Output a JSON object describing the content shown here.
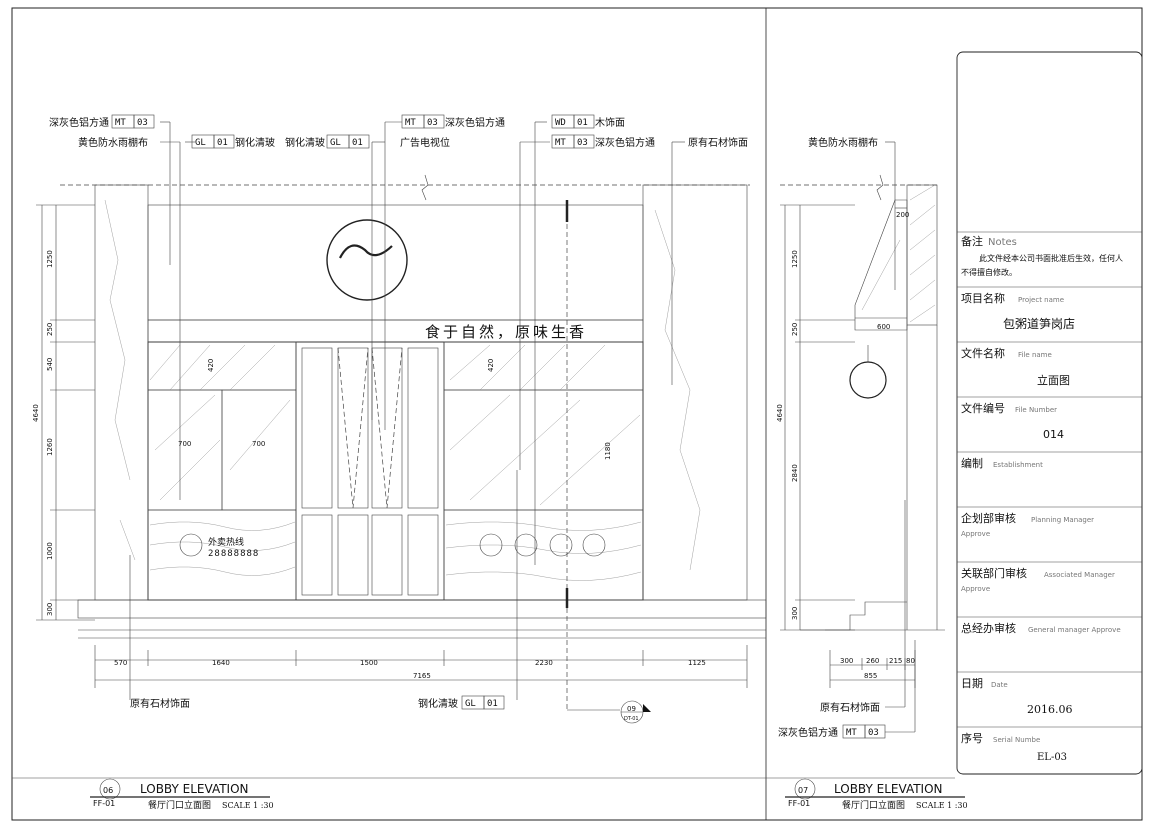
{
  "callouts_left": {
    "c1_text": "深灰色铝方通",
    "c1_tag": "MT",
    "c1_num": "03",
    "c2_text": "黄色防水雨棚布",
    "c3_tag": "GL",
    "c3_num": "01",
    "c3_text": "钢化清玻",
    "c4_text": "钢化清玻",
    "c4_tag": "GL",
    "c4_num": "01",
    "c5_tag": "MT",
    "c5_num": "03",
    "c5_text": "深灰色铝方通",
    "c6_text": "广告电视位",
    "c7_tag": "WD",
    "c7_num": "01",
    "c7_text": "木饰面",
    "c8_tag": "MT",
    "c8_num": "03",
    "c8_text": "深灰色铝方通",
    "c9_text": "原有石材饰面",
    "bottom1_text": "原有石材饰面",
    "bottom2_text": "钢化清玻",
    "bottom2_tag": "GL",
    "bottom2_num": "01"
  },
  "callouts_right": {
    "c1_text": "黄色防水雨棚布",
    "bottom1_text": "原有石材饰面",
    "bottom2_text": "深灰色铝方通",
    "bottom2_tag": "MT",
    "bottom2_num": "03"
  },
  "facade": {
    "slogan": "食于自然，原味生香",
    "hotline_label": "外卖热线",
    "hotline_number": "28888888"
  },
  "dims_left_vertical": [
    "1250",
    "250",
    "540",
    "1260",
    "1000",
    "300"
  ],
  "dim_left_total": "4640",
  "dims_left_horizontal": [
    "570",
    "1640",
    "1500",
    "2230",
    "1125"
  ],
  "dim_left_horizontal_total": "7165",
  "dims_inner": {
    "d420a": "420",
    "d700a": "700",
    "d700b": "700",
    "d420b": "420",
    "d1180": "1180"
  },
  "dims_right_vertical": [
    "1250",
    "250",
    "2840",
    "300"
  ],
  "dim_right_total": "4640",
  "dims_right_horizontal": [
    "300",
    "260",
    "215",
    "80"
  ],
  "dim_right_horizontal_total": "855",
  "dims_right_canopy": {
    "top": "200",
    "width": "600"
  },
  "section_marker": {
    "num": "09",
    "ref": "DT-01"
  },
  "title_left": {
    "num": "06",
    "sheet": "FF-01",
    "title_en": "LOBBY ELEVATION",
    "title_cn": "餐厅门口立面图",
    "scale": "SCALE 1 :30"
  },
  "title_right": {
    "num": "07",
    "sheet": "FF-01",
    "title_en": "LOBBY ELEVATION",
    "title_cn": "餐厅门口立面图",
    "scale": "SCALE 1 :30"
  },
  "titleblock": {
    "notes_cn": "备注",
    "notes_en": "Notes",
    "notes_text1": "此文件经本公司书面批准后生效，任何人",
    "notes_text2": "不得擅自修改。",
    "project_cn": "项目名称",
    "project_en": "Project name",
    "project_value": "包粥道笋岗店",
    "file_cn": "文件名称",
    "file_en": "File name",
    "file_value": "立面图",
    "number_cn": "文件编号",
    "number_en": "File Number",
    "number_value": "014",
    "est_cn": "编制",
    "est_en": "Establishment",
    "plan_cn": "企划部审核",
    "plan_en1": "Planning Manager",
    "plan_en2": "Approve",
    "assoc_cn": "关联部门审核",
    "assoc_en1": "Associated Manager",
    "assoc_en2": "Approve",
    "gm_cn": "总经办审核",
    "gm_en": "General manager Approve",
    "date_cn": "日期",
    "date_en": "Date",
    "date_value": "2016.06",
    "serial_cn": "序号",
    "serial_en": "Serial Numbe",
    "serial_value": "EL-03"
  }
}
